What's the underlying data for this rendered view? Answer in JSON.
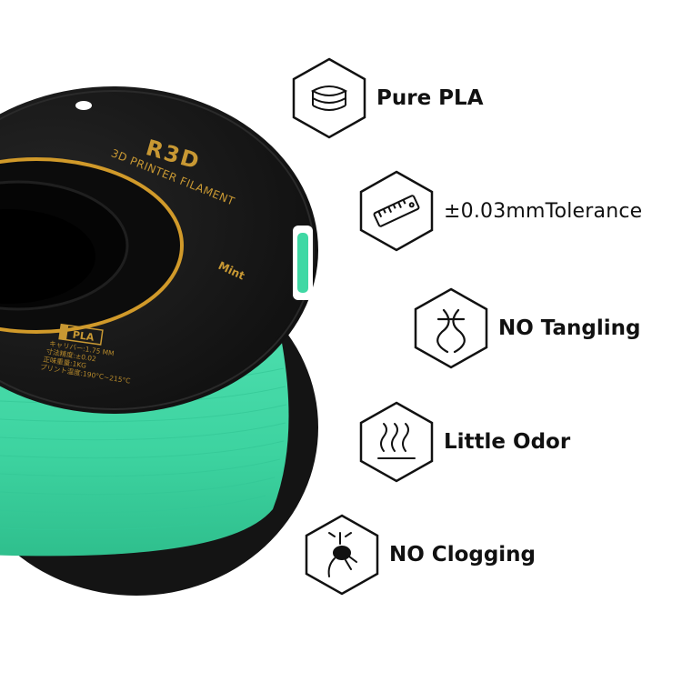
{
  "product": {
    "brand_logo": "R3D",
    "spool_title": "3D PRINTER FILAMENT",
    "color_name": "Mint",
    "material_badge": "PLA",
    "spec_lines": [
      "キャリバー:1.75 MM",
      "寸法精度:±0.02",
      "正味重量:1KG",
      "プリント温度:190°C~215°C"
    ],
    "filament_color": "#3fd8a4",
    "spool_color": "#161616",
    "accent_color": "#d19a2a"
  },
  "features": [
    {
      "label": "Pure PLA",
      "icon": "layers-icon"
    },
    {
      "label": "±0.03mmTolerance",
      "icon": "ruler-icon"
    },
    {
      "label": "NO Tangling",
      "icon": "knot-icon"
    },
    {
      "label": "Little Odor",
      "icon": "odor-waves-icon"
    },
    {
      "label": "NO Clogging",
      "icon": "nozzle-icon"
    }
  ]
}
